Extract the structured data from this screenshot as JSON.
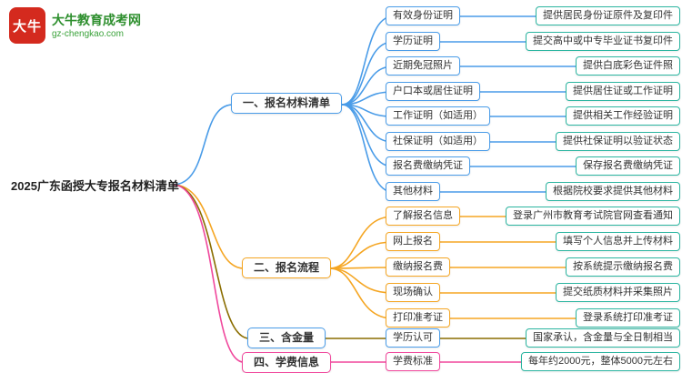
{
  "logo": {
    "badge": "大牛",
    "brand": "大牛教育成考网",
    "domain": "gz-chengkao.com"
  },
  "root_label": "2025广东函授大专报名材料清单",
  "colors": {
    "branch1": "#4a9ce8",
    "branch2": "#f5a623",
    "branch3_line": "#8a6d00",
    "branch4": "#f0479c",
    "leaf_border": "#2bb5a0",
    "logo_red": "#d42a1e",
    "logo_green": "#2e8f2e"
  },
  "branches": [
    {
      "label": "一、报名材料清单",
      "items": [
        {
          "label": "有效身份证明",
          "detail": "提供居民身份证原件及复印件"
        },
        {
          "label": "学历证明",
          "detail": "提交高中或中专毕业证书复印件"
        },
        {
          "label": "近期免冠照片",
          "detail": "提供白底彩色证件照"
        },
        {
          "label": "户口本或居住证明",
          "detail": "提供居住证或工作证明"
        },
        {
          "label": "工作证明（如适用）",
          "detail": "提供相关工作经验证明"
        },
        {
          "label": "社保证明（如适用）",
          "detail": "提供社保证明以验证状态"
        },
        {
          "label": "报名费缴纳凭证",
          "detail": "保存报名费缴纳凭证"
        },
        {
          "label": "其他材料",
          "detail": "根据院校要求提供其他材料"
        }
      ]
    },
    {
      "label": "二、报名流程",
      "items": [
        {
          "label": "了解报名信息",
          "detail": "登录广州市教育考试院官网查看通知"
        },
        {
          "label": "网上报名",
          "detail": "填写个人信息并上传材料"
        },
        {
          "label": "缴纳报名费",
          "detail": "按系统提示缴纳报名费"
        },
        {
          "label": "现场确认",
          "detail": "提交纸质材料并采集照片"
        },
        {
          "label": "打印准考证",
          "detail": "登录系统打印准考证"
        }
      ]
    },
    {
      "label": "三、含金量",
      "items": [
        {
          "label": "学历认可",
          "detail": "国家承认，含金量与全日制相当"
        }
      ]
    },
    {
      "label": "四、学费信息",
      "items": [
        {
          "label": "学费标准",
          "detail": "每年约2000元，整体5000元左右"
        }
      ]
    }
  ]
}
